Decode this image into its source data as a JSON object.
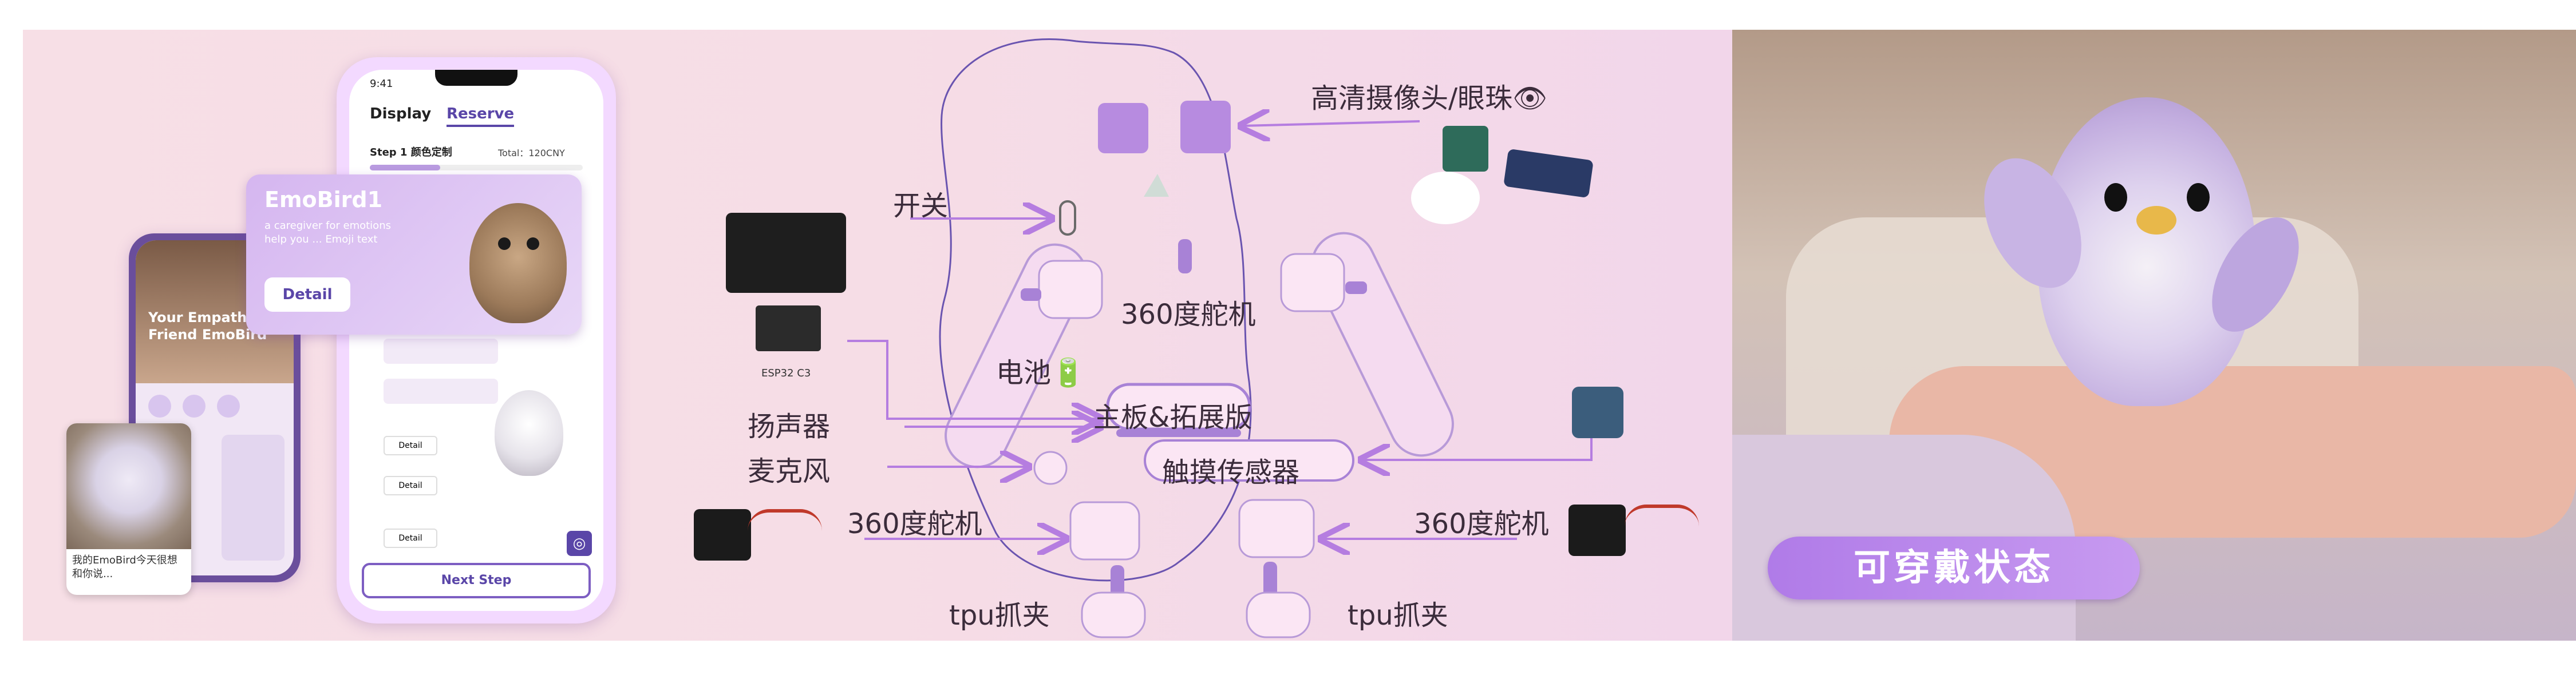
{
  "phone_app": {
    "status_time": "9:41",
    "tabs": [
      "Display",
      "Reserve"
    ],
    "step_label": "Step 1 颜色定制",
    "total_label": "Total：120CNY",
    "card_title": "EmoBird1",
    "card_desc": "a caregiver for emotions help you ... Emoji text",
    "detail_button": "Detail",
    "next_button": "Next Step",
    "small_detail_1": "Detail",
    "small_detail_2": "Detail",
    "small_detail_3": "Detail",
    "second_phone_heading": "Your Empathy Friend EmoBird",
    "popup_caption": "我的EmoBird今天很想和你说..."
  },
  "diagram": {
    "camera_label": "高清摄像头/眼珠👁",
    "switch_label": "开关",
    "servo_top_label": "360度舵机",
    "esp_label": "ESP32 C3",
    "battery_label": "电池🔋",
    "speaker_label": "扬声器",
    "board_label": "主板&拓展版",
    "mic_label": "麦克风",
    "touch_label": "触摸传感器",
    "servo_left_label": "360度舵机",
    "servo_right_label": "360度舵机",
    "clip_left_label": "tpu抓夹",
    "clip_right_label": "tpu抓夹"
  },
  "photo": {
    "badge_label": "可穿戴状态"
  },
  "colors": {
    "accent_purple": "#a77ec9",
    "banner_pink": "#f6dde6",
    "badge_purple": "#b388e6"
  }
}
